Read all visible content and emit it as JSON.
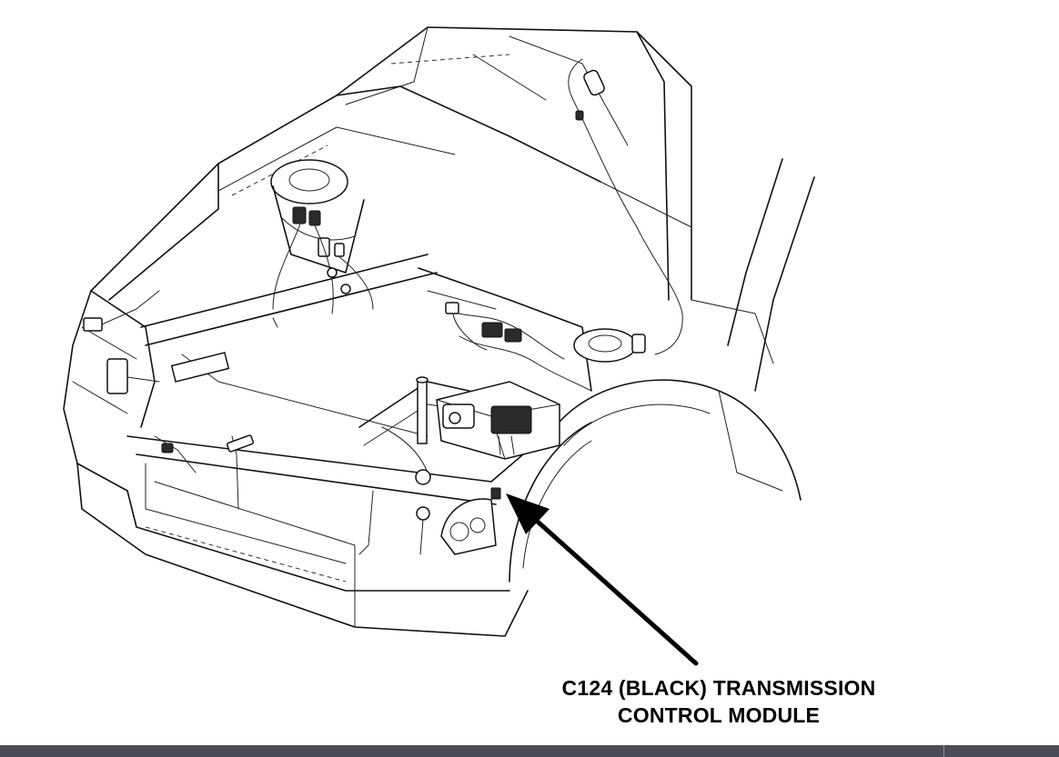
{
  "diagram": {
    "subject": "engine-compartment-line-drawing",
    "callout": {
      "line1": "C124 (BLACK) TRANSMISSION",
      "line2": "CONTROL MODULE"
    }
  },
  "colors": {
    "background": "#ffffff",
    "ink": "#111111",
    "bottom_bar": "#4a4d57"
  }
}
